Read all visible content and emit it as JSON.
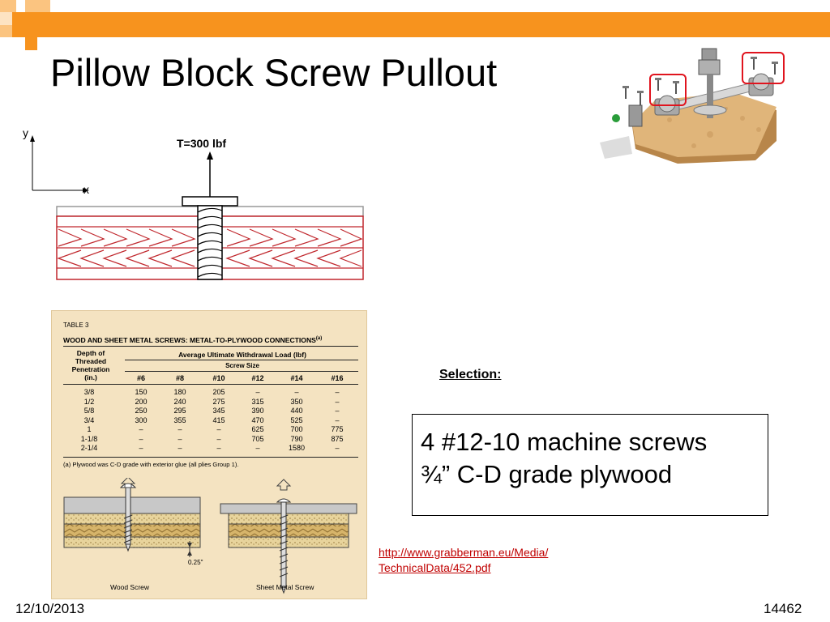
{
  "slide": {
    "title": "Pillow Block Screw Pullout",
    "date": "12/10/2013",
    "slide_number": "14462"
  },
  "diagram": {
    "force_label": "T=300 lbf",
    "axis_y_label": "y",
    "axis_x_label": "x"
  },
  "selection": {
    "label": "Selection:",
    "lines": [
      "4 #12-10 machine screws",
      "¾” C-D grade plywood"
    ],
    "link_text": "http://www.grabberman.eu/Media/TechnicalData/452.pdf"
  },
  "table3": {
    "table_label": "TABLE 3",
    "heading": "WOOD AND SHEET METAL SCREWS: METAL-TO-PLYWOOD CONNECTIONS",
    "heading_note": "(a)",
    "depth_header": [
      "Depth of",
      "Threaded",
      "Penetration",
      "(in.)"
    ],
    "load_header": "Average Ultimate Withdrawal Load (lbf)",
    "screw_size_header": "Screw Size",
    "columns": [
      "#6",
      "#8",
      "#10",
      "#12",
      "#14",
      "#16"
    ],
    "rows": [
      {
        "depth": "3/8",
        "values": [
          "150",
          "180",
          "205",
          "–",
          "–",
          "–"
        ]
      },
      {
        "depth": "1/2",
        "values": [
          "200",
          "240",
          "275",
          "315",
          "350",
          "–"
        ]
      },
      {
        "depth": "5/8",
        "values": [
          "250",
          "295",
          "345",
          "390",
          "440",
          "–"
        ]
      },
      {
        "depth": "3/4",
        "values": [
          "300",
          "355",
          "415",
          "470",
          "525",
          "–"
        ]
      },
      {
        "depth": "1",
        "values": [
          "–",
          "–",
          "–",
          "625",
          "700",
          "775"
        ]
      },
      {
        "depth": "1-1/8",
        "values": [
          "–",
          "–",
          "–",
          "705",
          "790",
          "875"
        ]
      },
      {
        "depth": "2-1/4",
        "values": [
          "–",
          "–",
          "–",
          "–",
          "1580",
          "–"
        ]
      }
    ],
    "footnote": "(a) Plywood was C-D grade with exterior glue (all plies Group 1).",
    "wood_screw_caption": "Wood Screw",
    "sheet_metal_caption": "Sheet Metal Screw",
    "dimension_label": "0.25\""
  },
  "colors": {
    "accent_orange": "#f7931e",
    "light_orange": "#fbc480",
    "highlight_red": "#e0141e",
    "link_red": "#c00000",
    "wood_red": "#c0272d"
  }
}
